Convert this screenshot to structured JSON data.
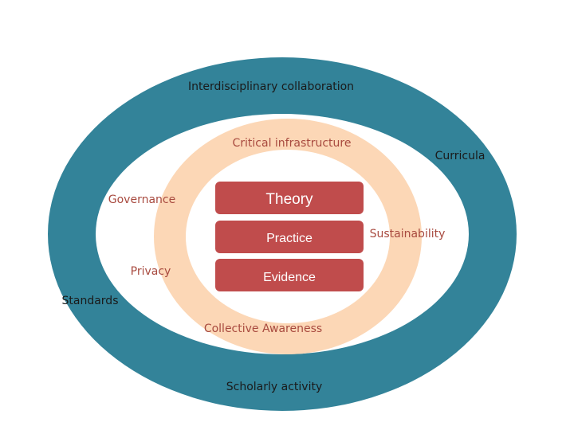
{
  "colors": {
    "outer_ring": "#338399",
    "middle_ring": "#fcd7b6",
    "core_box": "#c04c4c",
    "outer_text": "#1a1a1a",
    "middle_text": "#a84a3f",
    "core_text": "#ffffff",
    "background": "#ffffff"
  },
  "outer_ring": {
    "labels": {
      "top": "Interdisciplinary collaboration",
      "right": "Curricula",
      "left": "Standards",
      "bottom": "Scholarly activity"
    }
  },
  "middle_ring": {
    "labels": {
      "top": "Critical infrastructure",
      "left_upper": "Governance",
      "left_lower": "Privacy",
      "right": "Sustainability",
      "bottom": "Collective Awareness"
    }
  },
  "core": {
    "items": [
      "Theory",
      "Practice",
      "Evidence"
    ]
  }
}
